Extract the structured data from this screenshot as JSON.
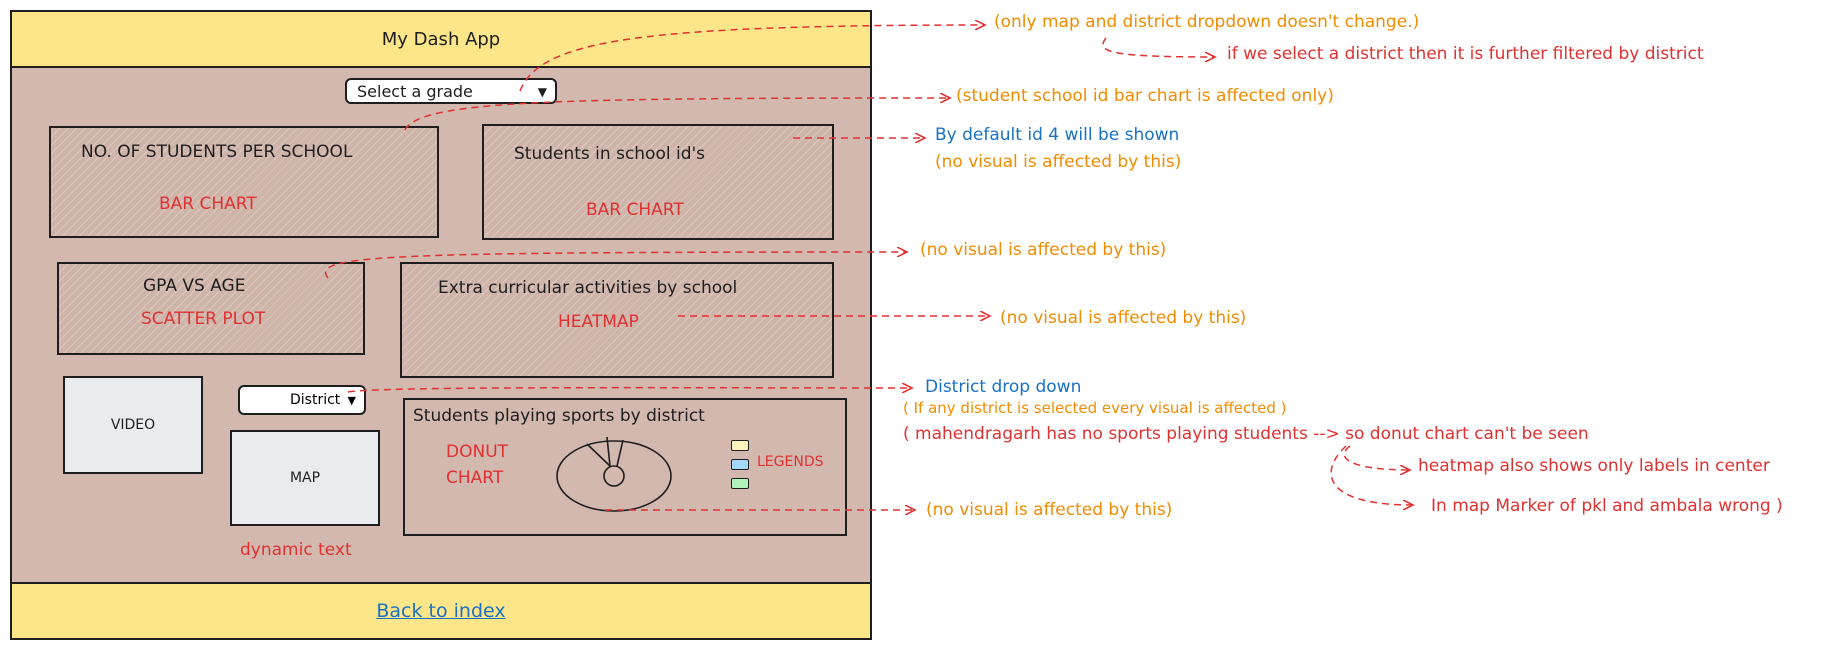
{
  "app": {
    "title": "My Dash App",
    "back_link": "Back to index",
    "grade_select_placeholder": "Select a grade",
    "district_select_label": "District"
  },
  "panels": {
    "students_per_school": {
      "title": "NO. OF STUDENTS PER SCHOOL",
      "kind": "BAR CHART"
    },
    "students_in_school_ids": {
      "title": "Students in school id's",
      "kind": "BAR CHART"
    },
    "gpa_vs_age": {
      "title": "GPA VS AGE",
      "kind": "SCATTER PLOT"
    },
    "extracurricular": {
      "title": "Extra curricular activities by school",
      "kind": "HEATMAP"
    },
    "video": {
      "label": "VIDEO"
    },
    "map": {
      "label": "MAP"
    },
    "dynamic_text": "dynamic text",
    "sports": {
      "title": "Students playing sports by district",
      "kind_line1": "DONUT",
      "kind_line2": "CHART",
      "legends": "LEGENDS"
    }
  },
  "legend_colors": [
    "#fff3bf",
    "#a5d8ff",
    "#b2f2bb"
  ],
  "annotations": {
    "grade_note_1": "(only map and district dropdown doesn't change.)",
    "grade_note_2": "if we select a district then it is further filtered by district",
    "school_bar_note": "(student school id bar chart is affected only)",
    "id_default_note": "By default id 4 will be shown",
    "id_default_sub": "(no visual is affected by this)",
    "gpa_note": "(no visual is affected by this)",
    "heatmap_note": "(no visual is affected by this)",
    "district_note": "District drop down",
    "district_sub_1": "( If any district is selected every visual is affected )",
    "district_sub_2": "( mahendragarh has no sports playing students --> so donut chart can't be seen",
    "district_sub_3": "heatmap also shows only labels in center",
    "district_sub_4": "In map Marker of pkl and ambala wrong )",
    "donut_note": "(no visual is affected by this)"
  }
}
